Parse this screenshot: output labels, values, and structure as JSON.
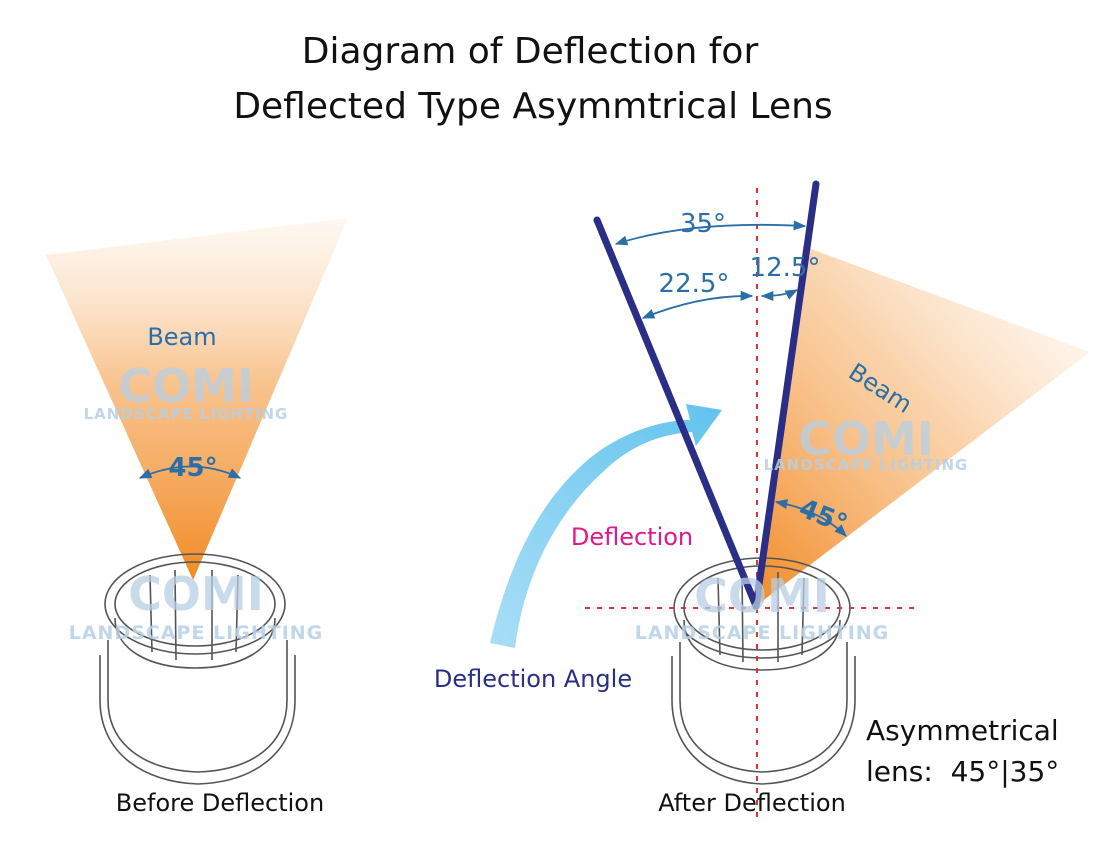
{
  "title": {
    "line1": "Diagram of Deflection for",
    "line2": "Deflected Type Asymmtrical Lens"
  },
  "left_panel": {
    "beam_label": "Beam",
    "beam_angle_label": "45°",
    "caption": "Before Deflection",
    "watermark_top": {
      "name": "COMI",
      "tagline": "LANDSCAPE LIGHTING"
    },
    "watermark_bottom": {
      "name": "COMI",
      "tagline": "LANDSCAPE LIGHTING"
    }
  },
  "right_panel": {
    "beam_label": "Beam",
    "beam_angle_label": "45°",
    "total_angle_label": "35°",
    "left_part_label": "22.5°",
    "right_part_label": "12.5°",
    "deflection_label": "Deflection",
    "deflection_angle_label": "Deflection Angle",
    "caption": "After Deflection",
    "spec_line1": "Asymmetrical",
    "spec_line2": "lens:  45°|35°",
    "watermark_top": {
      "name": "COMI",
      "tagline": "LANDSCAPE LIGHTING"
    },
    "watermark_bottom": {
      "name": "COMI",
      "tagline": "LANDSCAPE LIGHTING"
    }
  },
  "colors": {
    "beam_orange": "#f28a24",
    "axis_line": "#2b2e86",
    "dotted_red": "#d9343a",
    "arrow_blue": "#79cdf2",
    "deflection_pink": "#e0198a",
    "label_blue": "#2b6ea8"
  }
}
